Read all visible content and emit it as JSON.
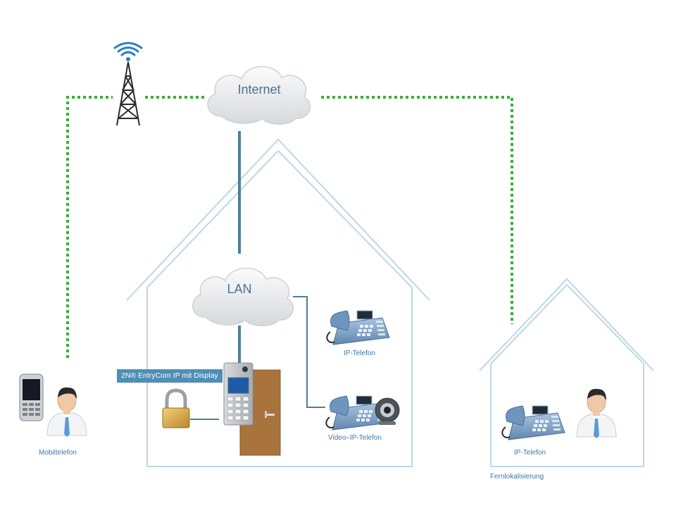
{
  "clouds": {
    "internet": "Internet",
    "lan": "LAN"
  },
  "labels": {
    "device_tag": "2N® EntryCom IP mit Display",
    "ip_phone_house": "IP-Telefon",
    "video_phone": "Video–IP-Telefon",
    "mobile": "Mobiltelefon",
    "ip_phone_remote": "IP-Telefon",
    "remote_location": "Fernlokalisierung"
  },
  "colors": {
    "wireless_link": "#3aae3a",
    "wired_link": "#4f7f96",
    "house_outline": "#bcd8e4",
    "label_text": "#3f78a8",
    "tag_background": "#4f8eb5",
    "door": "#a9733d",
    "phone_body": "#7aa0c6"
  },
  "icons": [
    "antenna-tower-icon",
    "internet-cloud-icon",
    "lan-cloud-icon",
    "ip-phone-icon",
    "video-phone-icon",
    "padlock-icon",
    "intercom-icon",
    "door-icon",
    "mobile-phone-icon",
    "person-icon"
  ]
}
